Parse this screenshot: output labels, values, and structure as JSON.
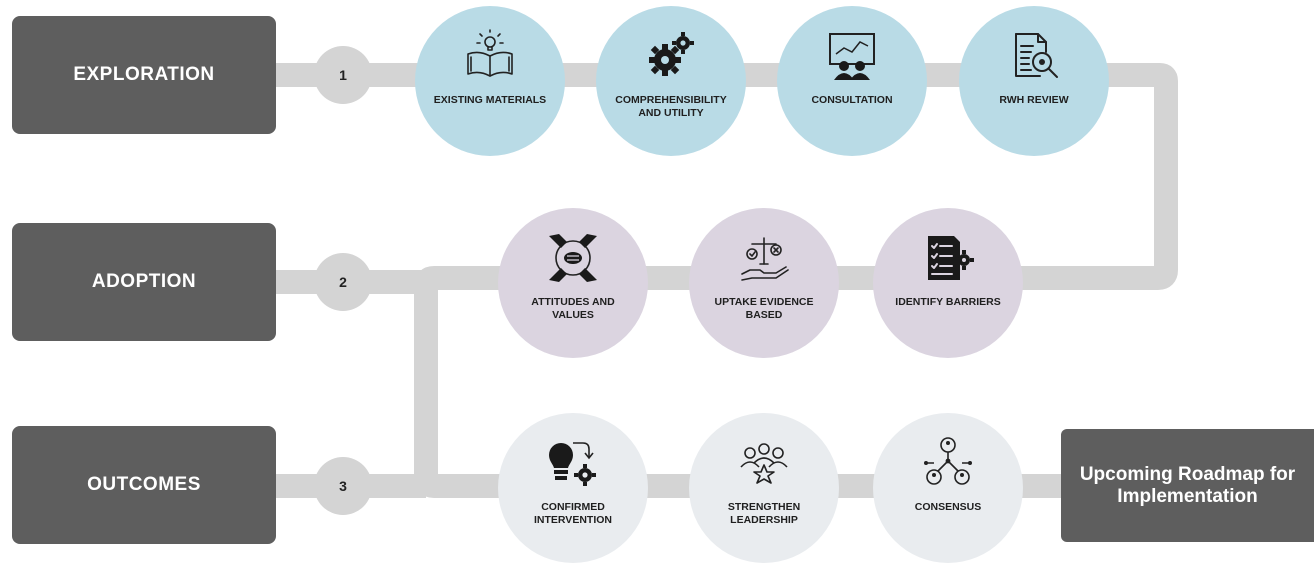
{
  "phases": [
    {
      "label": "EXPLORATION",
      "number": "1"
    },
    {
      "label": "ADOPTION",
      "number": "2"
    },
    {
      "label": "OUTCOMES",
      "number": "3"
    }
  ],
  "exploration_steps": [
    {
      "label": "EXISTING MATERIALS",
      "icon": "open-book-lightbulb-icon"
    },
    {
      "label": "COMPREHENSIBILITY AND UTILITY",
      "icon": "gears-icon"
    },
    {
      "label": "CONSULTATION",
      "icon": "presentation-meeting-icon"
    },
    {
      "label": "RWH REVIEW",
      "icon": "document-magnifier-icon"
    }
  ],
  "adoption_steps": [
    {
      "label": "ATTITUDES AND VALUES",
      "icon": "joined-hands-icon"
    },
    {
      "label": "UPTAKE EVIDENCE BASED",
      "icon": "balance-scale-hand-icon"
    },
    {
      "label": "IDENTIFY BARRIERS",
      "icon": "checklist-gear-icon"
    }
  ],
  "outcome_steps": [
    {
      "label": "CONFIRMED INTERVENTION",
      "icon": "lightbulb-gear-icon"
    },
    {
      "label": "STRENGTHEN LEADERSHIP",
      "icon": "team-leader-star-icon"
    },
    {
      "label": "CONSENSUS",
      "icon": "people-network-icon"
    }
  ],
  "roadmap": {
    "label": "Upcoming Roadmap for Implementation"
  },
  "colors": {
    "phase_box": "#5e5e5e",
    "connector": "#d4d4d4",
    "exploration_circle": "#b9dbe6",
    "adoption_circle": "#dbd4e0",
    "outcome_circle": "#e9ecef"
  }
}
